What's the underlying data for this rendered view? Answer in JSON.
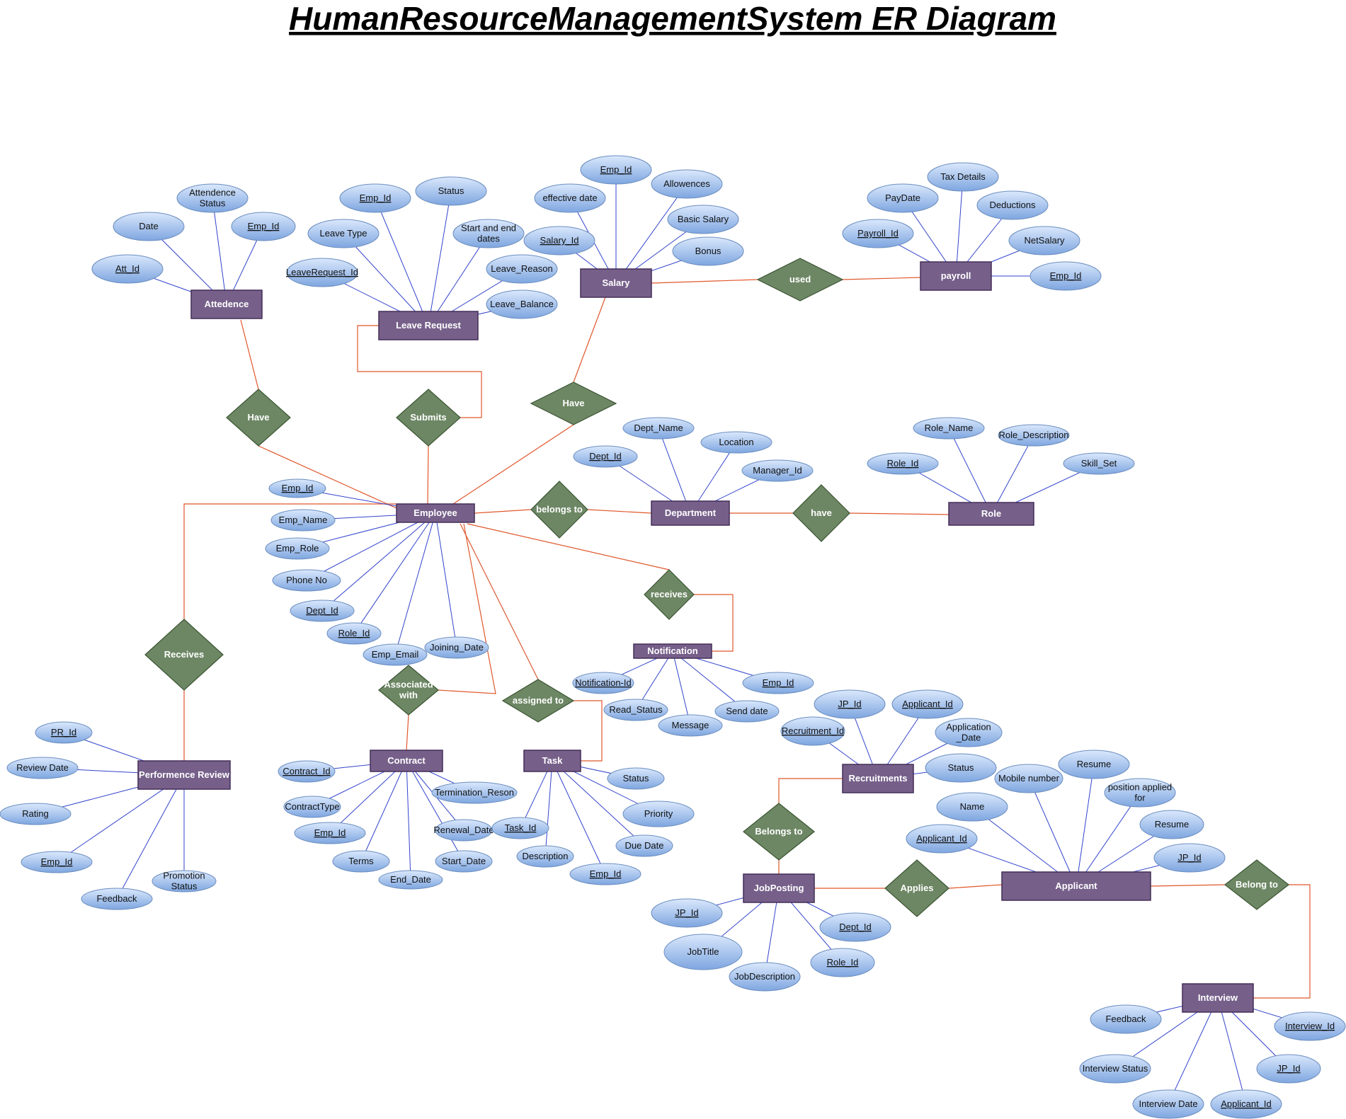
{
  "title": "HumanResourceManagementSystem ER Diagram",
  "colors": {
    "entity_fill": "#76608a",
    "entity_stroke": "#432d57",
    "relation_fill": "#6d8764",
    "relation_stroke": "#3a5431",
    "attr_fill_top": "#dae8fc",
    "attr_fill_bottom": "#7ea6e0",
    "attr_stroke": "#6c8ebf",
    "attr_line": "#3344cc",
    "rel_line": "#e0582c"
  },
  "entities": [
    {
      "id": "attendance",
      "label": "Attedence"
    },
    {
      "id": "leave",
      "label": "Leave Request"
    },
    {
      "id": "salary",
      "label": "Salary"
    },
    {
      "id": "payroll",
      "label": "payroll"
    },
    {
      "id": "employee",
      "label": "Employee"
    },
    {
      "id": "department",
      "label": "Department"
    },
    {
      "id": "role",
      "label": "Role"
    },
    {
      "id": "notification",
      "label": "Notification"
    },
    {
      "id": "perf",
      "label": "Performence Review"
    },
    {
      "id": "contract",
      "label": "Contract"
    },
    {
      "id": "task",
      "label": "Task"
    },
    {
      "id": "recruit",
      "label": "Recruitments"
    },
    {
      "id": "jobposting",
      "label": "JobPosting"
    },
    {
      "id": "applicant",
      "label": "Applicant"
    },
    {
      "id": "interview",
      "label": "Interview"
    }
  ],
  "relationships": [
    {
      "id": "r_have_att",
      "label": "Have"
    },
    {
      "id": "r_submits",
      "label": "Submits"
    },
    {
      "id": "r_have_sal",
      "label": "Have"
    },
    {
      "id": "r_used",
      "label": "used"
    },
    {
      "id": "r_belongs",
      "label": "belongs to"
    },
    {
      "id": "r_have_role",
      "label": "have"
    },
    {
      "id": "r_receives_n",
      "label": "receives"
    },
    {
      "id": "r_receives_pr",
      "label": "Receives"
    },
    {
      "id": "r_assoc",
      "label": [
        "Associated",
        "with"
      ]
    },
    {
      "id": "r_assigned",
      "label": "assigned to"
    },
    {
      "id": "r_belongs_to",
      "label": "Belongs to"
    },
    {
      "id": "r_applies",
      "label": "Applies"
    },
    {
      "id": "r_belong_to",
      "label": "Belong to"
    }
  ],
  "attributes": [
    {
      "id": "a_att_date",
      "label": "Date",
      "key": false
    },
    {
      "id": "a_att_status",
      "label": [
        "Attendence",
        "Status"
      ],
      "key": false
    },
    {
      "id": "a_att_emp",
      "label": "Emp_Id",
      "key": true
    },
    {
      "id": "a_att_id",
      "label": "Att_Id",
      "key": true
    },
    {
      "id": "a_lr_emp",
      "label": "Emp_Id",
      "key": true
    },
    {
      "id": "a_lr_status",
      "label": "Status",
      "key": false
    },
    {
      "id": "a_lr_type",
      "label": "Leave Type",
      "key": false
    },
    {
      "id": "a_lr_dates",
      "label": [
        "Start and end",
        "dates"
      ],
      "key": false
    },
    {
      "id": "a_lr_id",
      "label": "LeaveRequest_Id",
      "key": true
    },
    {
      "id": "a_lr_reason",
      "label": "Leave_Reason",
      "key": false
    },
    {
      "id": "a_lr_balance",
      "label": "Leave_Balance",
      "key": false
    },
    {
      "id": "a_sal_emp",
      "label": "Emp_Id",
      "key": true
    },
    {
      "id": "a_sal_eff",
      "label": "effective date",
      "key": false
    },
    {
      "id": "a_sal_allow",
      "label": "Allowences",
      "key": false
    },
    {
      "id": "a_sal_id",
      "label": "Salary_Id",
      "key": true
    },
    {
      "id": "a_sal_basic",
      "label": "Basic Salary",
      "key": false
    },
    {
      "id": "a_sal_bonus",
      "label": "Bonus",
      "key": false
    },
    {
      "id": "a_pay_tax",
      "label": "Tax Details",
      "key": false
    },
    {
      "id": "a_pay_date",
      "label": "PayDate",
      "key": false
    },
    {
      "id": "a_pay_ded",
      "label": "Deductions",
      "key": false
    },
    {
      "id": "a_pay_id",
      "label": "Payroll_Id",
      "key": true
    },
    {
      "id": "a_pay_net",
      "label": "NetSalary",
      "key": false
    },
    {
      "id": "a_pay_emp",
      "label": "Emp_Id",
      "key": true
    },
    {
      "id": "a_emp_id",
      "label": "Emp_Id",
      "key": true
    },
    {
      "id": "a_emp_name",
      "label": "Emp_Name",
      "key": false
    },
    {
      "id": "a_emp_role",
      "label": "Emp_Role",
      "key": false
    },
    {
      "id": "a_emp_phone",
      "label": "Phone No",
      "key": false
    },
    {
      "id": "a_emp_dept",
      "label": "Dept_Id",
      "key": true
    },
    {
      "id": "a_emp_roleid",
      "label": "Role_Id",
      "key": true
    },
    {
      "id": "a_emp_email",
      "label": "Emp_Email",
      "key": false
    },
    {
      "id": "a_emp_join",
      "label": "Joining_Date",
      "key": false
    },
    {
      "id": "a_dep_name",
      "label": "Dept_Name",
      "key": false
    },
    {
      "id": "a_dep_loc",
      "label": "Location",
      "key": false
    },
    {
      "id": "a_dep_id",
      "label": "Dept_Id",
      "key": true
    },
    {
      "id": "a_dep_mgr",
      "label": "Manager_Id",
      "key": false
    },
    {
      "id": "a_role_name",
      "label": "Role_Name",
      "key": false
    },
    {
      "id": "a_role_desc",
      "label": "Role_Description",
      "key": false
    },
    {
      "id": "a_role_id",
      "label": "Role_Id",
      "key": true
    },
    {
      "id": "a_role_skill",
      "label": "Skill_Set",
      "key": false
    },
    {
      "id": "a_not_id",
      "label": "Notification-Id",
      "key": true
    },
    {
      "id": "a_not_emp",
      "label": "Emp_Id",
      "key": true
    },
    {
      "id": "a_not_read",
      "label": "Read_Status",
      "key": false
    },
    {
      "id": "a_not_msg",
      "label": "Message",
      "key": false
    },
    {
      "id": "a_not_send",
      "label": "Send date",
      "key": false
    },
    {
      "id": "a_pr_id",
      "label": "PR_Id",
      "key": true
    },
    {
      "id": "a_pr_date",
      "label": "Review Date",
      "key": false
    },
    {
      "id": "a_pr_rating",
      "label": "Rating",
      "key": false
    },
    {
      "id": "a_pr_emp",
      "label": "Emp_Id",
      "key": true
    },
    {
      "id": "a_pr_feed",
      "label": "Feedback",
      "key": false
    },
    {
      "id": "a_pr_promo",
      "label": [
        "Promotion",
        "Status"
      ],
      "key": false
    },
    {
      "id": "a_con_id",
      "label": "Contract_Id",
      "key": true
    },
    {
      "id": "a_con_type",
      "label": "ContractType",
      "key": false
    },
    {
      "id": "a_con_emp",
      "label": "Emp_Id",
      "key": true
    },
    {
      "id": "a_con_terms",
      "label": "Terms",
      "key": false
    },
    {
      "id": "a_con_end",
      "label": "End_Date",
      "key": false
    },
    {
      "id": "a_con_start",
      "label": "Start_Date",
      "key": false
    },
    {
      "id": "a_con_renew",
      "label": "Renewal_Date",
      "key": false
    },
    {
      "id": "a_con_term",
      "label": "Termination_Reson",
      "key": false
    },
    {
      "id": "a_task_status",
      "label": "Status",
      "key": false
    },
    {
      "id": "a_task_priority",
      "label": "Priority",
      "key": false
    },
    {
      "id": "a_task_id",
      "label": "Task_Id",
      "key": true
    },
    {
      "id": "a_task_desc",
      "label": "Description",
      "key": false
    },
    {
      "id": "a_task_emp",
      "label": "Emp_Id",
      "key": true
    },
    {
      "id": "a_task_due",
      "label": "Due Date",
      "key": false
    },
    {
      "id": "a_rec_jp",
      "label": "JP_Id",
      "key": true
    },
    {
      "id": "a_rec_app",
      "label": "Applicant_Id",
      "key": true
    },
    {
      "id": "a_rec_appdate",
      "label": [
        "Application",
        "_Date"
      ],
      "key": false
    },
    {
      "id": "a_rec_id",
      "label": "Recruitment_Id",
      "key": true
    },
    {
      "id": "a_rec_status",
      "label": "Status",
      "key": false
    },
    {
      "id": "a_app_mobile",
      "label": "Mobile number",
      "key": false
    },
    {
      "id": "a_app_resume1",
      "label": "Resume",
      "key": false
    },
    {
      "id": "a_app_pos",
      "label": [
        "position applied",
        "for"
      ],
      "key": false
    },
    {
      "id": "a_app_name",
      "label": "Name",
      "key": false
    },
    {
      "id": "a_app_resume2",
      "label": "Resume",
      "key": false
    },
    {
      "id": "a_app_id",
      "label": "Applicant_Id",
      "key": true
    },
    {
      "id": "a_app_jp",
      "label": "JP_Id",
      "key": true
    },
    {
      "id": "a_jp_id",
      "label": "JP_Id",
      "key": true
    },
    {
      "id": "a_jp_title",
      "label": "JobTitle",
      "key": false
    },
    {
      "id": "a_jp_desc",
      "label": "JobDescription",
      "key": false
    },
    {
      "id": "a_jp_dept",
      "label": "Dept_Id",
      "key": true
    },
    {
      "id": "a_jp_role",
      "label": "Role_Id",
      "key": true
    },
    {
      "id": "a_int_feed",
      "label": "Feedback",
      "key": false
    },
    {
      "id": "a_int_id",
      "label": "Interview_Id",
      "key": true
    },
    {
      "id": "a_int_status",
      "label": "Interview Status",
      "key": false
    },
    {
      "id": "a_int_jp",
      "label": "JP_Id",
      "key": true
    },
    {
      "id": "a_int_date",
      "label": "Interview Date",
      "key": false
    },
    {
      "id": "a_int_app",
      "label": "Applicant_Id",
      "key": true
    }
  ]
}
